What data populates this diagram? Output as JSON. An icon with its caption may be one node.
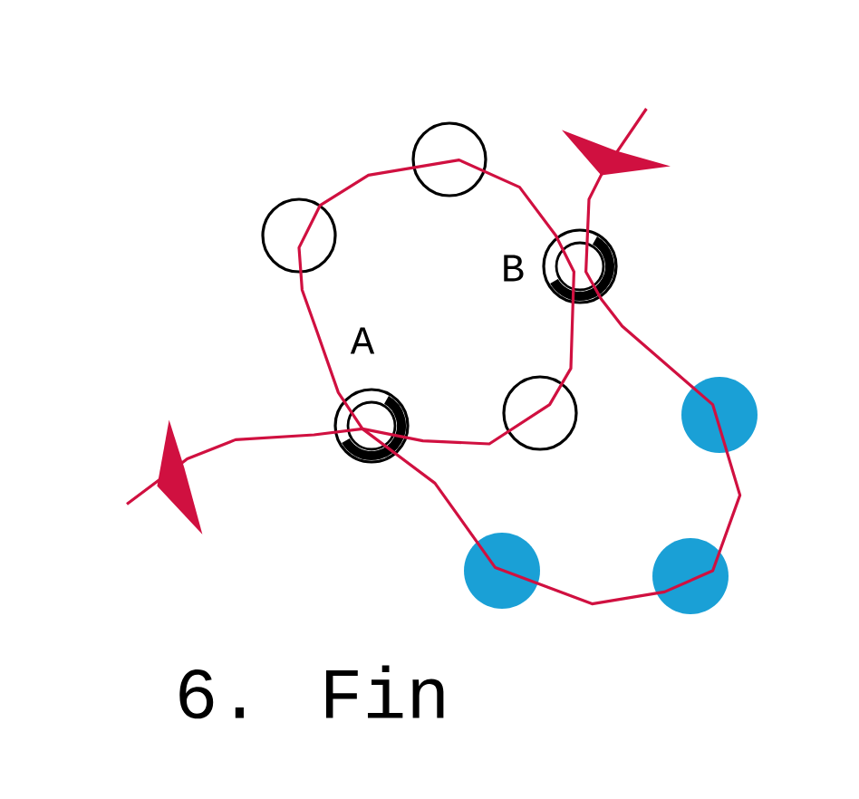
{
  "diagram": {
    "caption": "6. Fin",
    "labels": [
      "B",
      "A"
    ]
  }
}
